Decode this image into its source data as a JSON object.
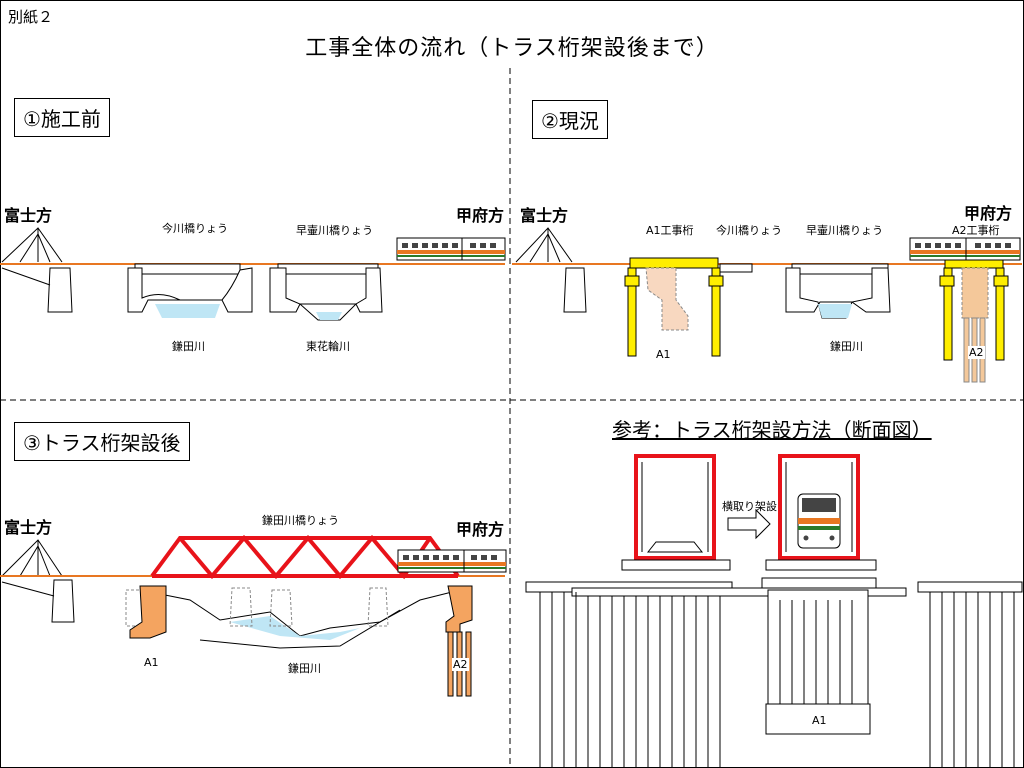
{
  "doc_tag": "別紙２",
  "title": "工事全体の流れ（トラス桁架設後まで）",
  "panel1": {
    "label": "①施工前",
    "left_dir": "富士方",
    "right_dir": "甲府方",
    "bridge1": "今川橋りょう",
    "bridge2": "早壷川橋りょう",
    "river1": "鎌田川",
    "river2": "東花輪川"
  },
  "panel2": {
    "label": "②現況",
    "left_dir": "富士方",
    "right_dir": "甲府方",
    "girder_a1": "A1工事桁",
    "bridge1": "今川橋りょう",
    "bridge2": "早壷川橋りょう",
    "girder_a2": "A2工事桁",
    "a1": "A1",
    "a2": "A2",
    "river": "鎌田川"
  },
  "panel3": {
    "label": "③トラス桁架設後",
    "left_dir": "富士方",
    "right_dir": "甲府方",
    "bridge": "鎌田川橋りょう",
    "a1": "A1",
    "a2": "A2",
    "river": "鎌田川"
  },
  "panel4": {
    "title": "参考：トラス桁架設方法（断面図）",
    "arrow_label": "横取り架設",
    "a1": "A1"
  },
  "colors": {
    "rail": "#e87722",
    "temp_girder": "#ffee00",
    "truss": "#e8131a",
    "abutment_new": "#f4a460",
    "water": "#bfe6f5"
  }
}
